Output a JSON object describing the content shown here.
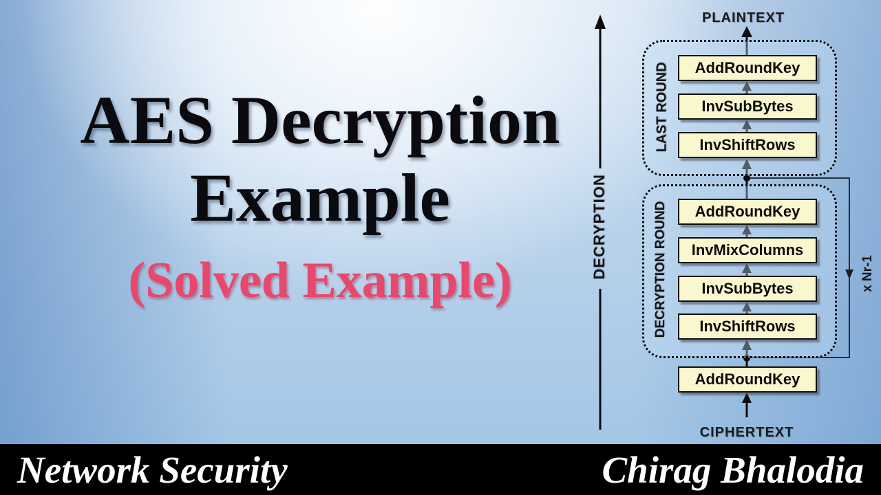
{
  "title": {
    "line1": "AES Decryption",
    "line2": "Example",
    "subtitle": "(Solved Example)"
  },
  "footer": {
    "left": "Network Security",
    "right": "Chirag Bhalodia"
  },
  "diagram": {
    "axis_label": "DECRYPTION",
    "output_label": "PLAINTEXT",
    "input_label": "CIPHERTEXT",
    "loop_label": "x Nr-1",
    "initial_step": "AddRoundKey",
    "last_round": {
      "label": "LAST ROUND",
      "steps": [
        "AddRoundKey",
        "InvSubBytes",
        "InvShiftRows"
      ]
    },
    "decryption_round": {
      "label": "DECRYPTION ROUND",
      "steps": [
        "AddRoundKey",
        "InvMixColumns",
        "InvSubBytes",
        "InvShiftRows"
      ]
    }
  },
  "colors": {
    "accent_pink": "#E8486C",
    "step_box_fill": "#FAF6CE",
    "background_blue": "#6FA3D9",
    "footer_bar": "#000000"
  }
}
